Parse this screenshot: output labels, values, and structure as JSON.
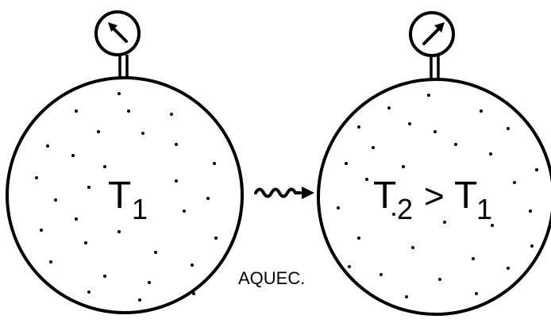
{
  "left_vessel": {
    "temperature_symbol": "T",
    "temperature_subscript": "1",
    "gauge_needle": "up-left"
  },
  "right_vessel": {
    "temp_a_symbol": "T",
    "temp_a_subscript": "2",
    "comparison": ">",
    "temp_b_symbol": "T",
    "temp_b_subscript": "1",
    "gauge_needle": "up-right"
  },
  "heating": {
    "label": "AQUEC.",
    "arrow_icon": "wavy-arrow-icon"
  },
  "colors": {
    "ink": "#000000",
    "paper": "#ffffff"
  }
}
